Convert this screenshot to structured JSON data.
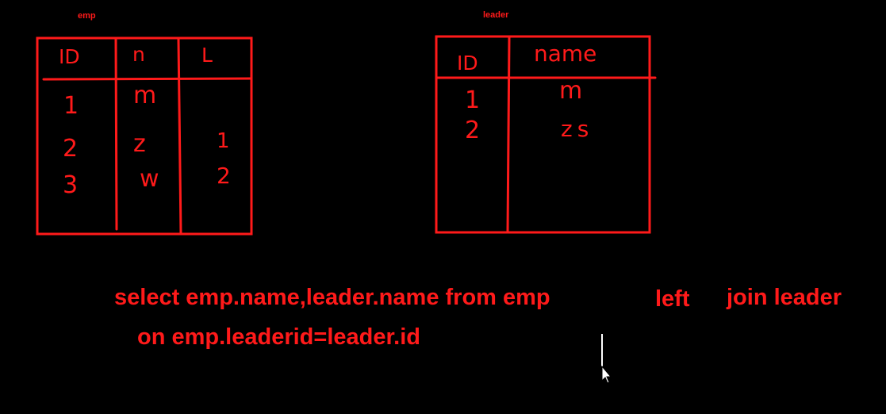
{
  "tables": {
    "emp": {
      "title": "emp",
      "headers": [
        "ID",
        "n",
        "L"
      ],
      "rows": [
        [
          "1",
          "m",
          ""
        ],
        [
          "2",
          "z",
          "1"
        ],
        [
          "3",
          "w",
          "2"
        ]
      ]
    },
    "leader": {
      "title": "leader",
      "headers": [
        "ID",
        "name"
      ],
      "rows": [
        [
          "1",
          "m"
        ],
        [
          "2",
          "zs"
        ]
      ]
    }
  },
  "sql": {
    "part1": "select emp.name,leader.name from emp",
    "part2": "left",
    "part3": "join leader",
    "line2": "on emp.leaderid=leader.id"
  },
  "colors": {
    "background": "#000000",
    "ink": "#ff1a1a",
    "cursor": "#ffffff"
  }
}
